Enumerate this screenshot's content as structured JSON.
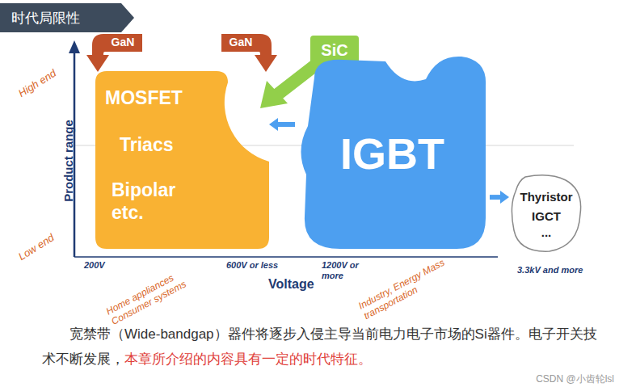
{
  "diagram": {
    "title": "时代局限性",
    "caption": "宽禁带（Wide-bandgap）器件将逐步入侵主导当前电力电子市场的Si器件。电子开关技术不断发展，",
    "nodes": [
      {
        "text": [
          "GaN"
        ]
      },
      {
        "text": [
          "GaN"
        ]
      },
      {
        "text": [
          "SiC"
        ]
      },
      {
        "text": [
          "MOSFET",
          "Triacs",
          "Bipolar etc."
        ]
      },
      {
        "text": [
          "IGBT"
        ]
      },
      {
        "text": [
          "Thyristor",
          "IGCT",
          "..."
        ]
      }
    ],
    "edges": [
      {
        "from": 4,
        "to": 3,
        "arrow": "to"
      },
      {
        "from": 4,
        "to": 5,
        "arrow": "to"
      }
    ],
    "labels": [
      "Product range",
      "High end",
      "Low end",
      "200V",
      "600V or less",
      "1200V or more",
      "3.3kV and more",
      "Voltage",
      "Home appliances Consumer systems",
      "Industry, Energy Mass transportation",
      "本章所介绍的内容具有一定的时代特征。",
      "CSDN @小齿轮lsl"
    ]
  }
}
